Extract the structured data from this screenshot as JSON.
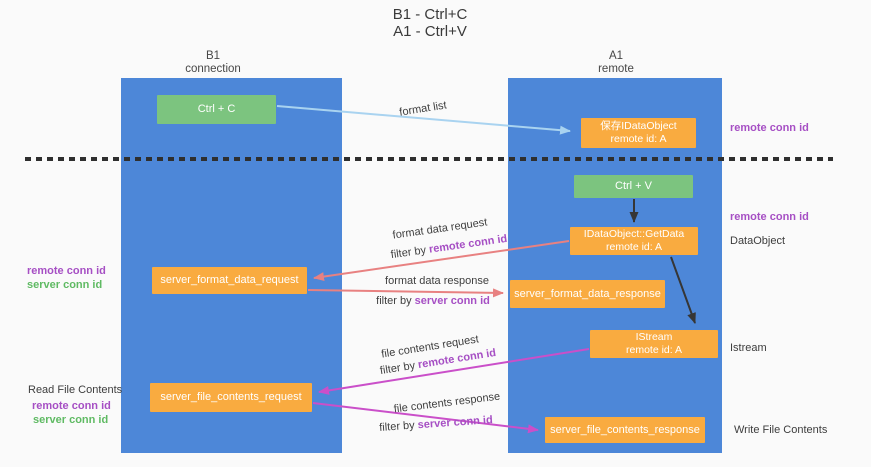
{
  "title": {
    "line1": "B1 - Ctrl+C",
    "line2": "A1 - Ctrl+V"
  },
  "lifelines": {
    "left": {
      "name": "B1",
      "role": "connection"
    },
    "right": {
      "name": "A1",
      "role": "remote"
    }
  },
  "nodes": {
    "ctrl_c": {
      "label": "Ctrl + C"
    },
    "ctrl_v": {
      "label": "Ctrl + V"
    },
    "save_dataobject": {
      "line1": "保存IDataObject",
      "line2": "remote id: A"
    },
    "getdata": {
      "line1": "IDataObject::GetData",
      "line2": "remote id: A"
    },
    "istream": {
      "line1": "IStream",
      "line2": "remote id: A"
    },
    "server_format_data_request": {
      "label": "server_format_data_request"
    },
    "server_format_data_response": {
      "label": "server_format_data_response"
    },
    "server_file_contents_request": {
      "label": "server_file_contents_request"
    },
    "server_file_contents_response": {
      "label": "server_file_contents_response"
    }
  },
  "edge_labels": {
    "format_list": "format list",
    "format_data_request": "format data request",
    "format_data_response": "format data response",
    "file_contents_request": "file contents request",
    "file_contents_response": "file contents response",
    "filter_by_remote": {
      "prefix": "filter by ",
      "keyword": "remote conn id"
    },
    "filter_by_server": {
      "prefix": "filter by ",
      "keyword": "server conn id"
    }
  },
  "annotations": {
    "right_remote_conn_id_top": "remote conn id",
    "right_remote_conn_id_mid": "remote conn id",
    "right_dataobject": "DataObject",
    "right_istream": "Istream",
    "right_write_file_contents": "Write File Contents",
    "left_remote_conn_id_1": "remote conn id",
    "left_server_conn_id_1": "server conn id",
    "left_read_file_contents": "Read File Contents",
    "left_remote_conn_id_2": "remote conn id",
    "left_server_conn_id_2": "server conn id"
  },
  "colors": {
    "background": "#fafafa",
    "lifeline_blue": "#4d87d8",
    "node_green": "#7cc47f",
    "node_orange": "#f9ab40",
    "arrow_lightblue": "#a9d3f0",
    "arrow_black": "#363636",
    "arrow_salmon": "#e88181",
    "arrow_magenta": "#ca4fc9",
    "text_purple": "#a64fc4",
    "text_green": "#5fba63",
    "dashed_line": "#2f2f2f"
  }
}
